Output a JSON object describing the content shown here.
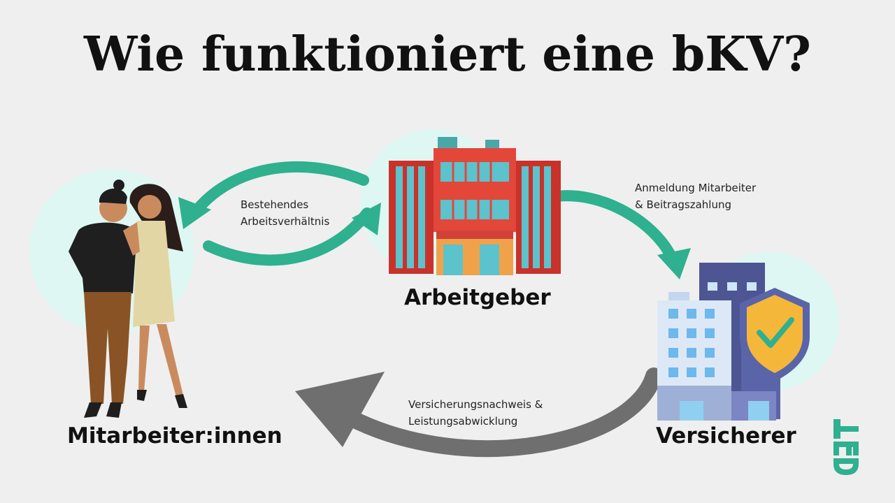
{
  "title": "Wie funktioniert eine bKV?",
  "nodes": {
    "employees": "Mitarbeiter:innen",
    "employer": "Arbeitgeber",
    "insurer": "Versicherer"
  },
  "edges": {
    "employment": {
      "line1": "Bestehendes",
      "line2": "Arbeitsverhältnis"
    },
    "registration": {
      "line1": "Anmeldung Mitarbeiter",
      "line2": "& Beitragszahlung"
    },
    "benefits": {
      "line1": "Versicherungsnachweis &",
      "line2": "Leistungsabwicklung"
    }
  },
  "logo": "TED",
  "colors": {
    "arrow_green": "#2fb08e",
    "arrow_gray": "#6f6f6f",
    "circle_bg": "#dff7f2",
    "building_red": "#e3473a",
    "building_blue": "#5a64a8",
    "shield_gold": "#f4b73a"
  }
}
